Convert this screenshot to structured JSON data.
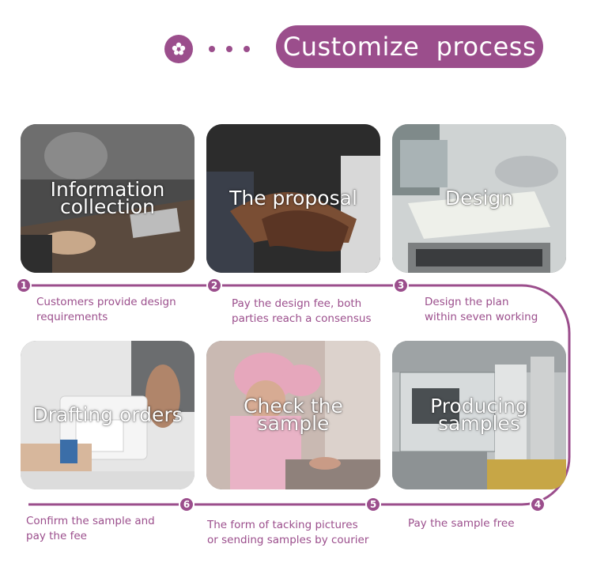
{
  "header": {
    "logo_icon": "flower-icon",
    "title": "Customize  process",
    "accent_color": "#9b4e8c"
  },
  "steps": [
    {
      "number": "1",
      "card_title": "Information collection",
      "caption": "Customers provide design\nrequirements"
    },
    {
      "number": "2",
      "card_title": "The proposal",
      "caption": "Pay the design fee, both\nparties reach a consensus"
    },
    {
      "number": "3",
      "card_title": "Design",
      "caption": "Design the plan\nwithin seven working"
    },
    {
      "number": "4",
      "card_title": "Producing samples",
      "caption": "Pay the sample free"
    },
    {
      "number": "5",
      "card_title": "Check the sample",
      "caption": "The form of tacking pictures\nor sending samples by courier"
    },
    {
      "number": "6",
      "card_title": "Drafting orders",
      "caption": "Confirm the sample and\npay the fee"
    }
  ]
}
